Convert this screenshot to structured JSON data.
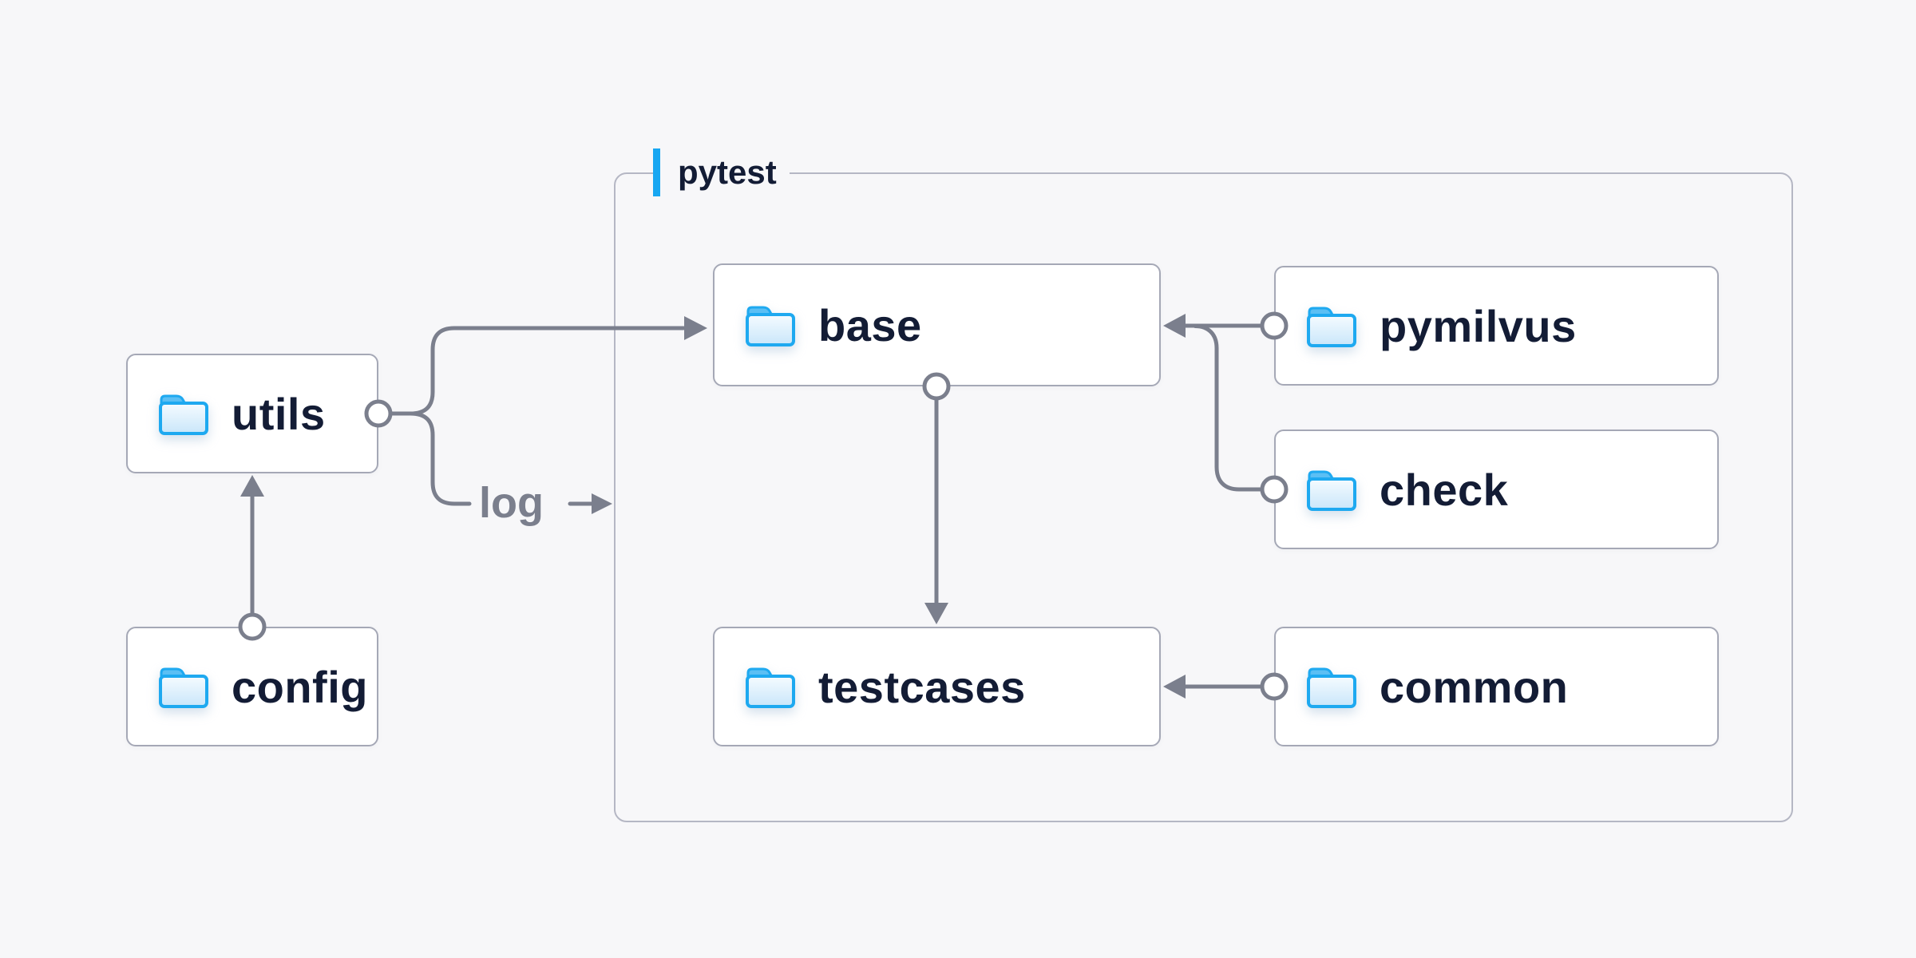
{
  "group": {
    "label": "pytest"
  },
  "nodes": {
    "utils": {
      "label": "utils"
    },
    "config": {
      "label": "config"
    },
    "base": {
      "label": "base"
    },
    "pymilvus": {
      "label": "pymilvus"
    },
    "check": {
      "label": "check"
    },
    "testcases": {
      "label": "testcases"
    },
    "common": {
      "label": "common"
    }
  },
  "edges": {
    "log_label": "log",
    "list": [
      {
        "from": "utils",
        "to": "base"
      },
      {
        "from": "utils",
        "to": "pytest-group",
        "label": "log"
      },
      {
        "from": "config",
        "to": "utils"
      },
      {
        "from": "base",
        "to": "testcases"
      },
      {
        "from": "pymilvus",
        "to": "base"
      },
      {
        "from": "check",
        "to": "base"
      },
      {
        "from": "common",
        "to": "testcases"
      }
    ]
  },
  "icons": {
    "folder": "folder-icon",
    "accent_bar": "accent-bar"
  },
  "colors": {
    "bg": "#f7f7f9",
    "box_bg": "#ffffff",
    "box_border": "#a5a8b6",
    "group_border": "#b5b7c4",
    "line": "#7b7f8d",
    "text": "#131c35",
    "muted": "#7b7f8d",
    "accent": "#17a7f2",
    "folder_stroke": "#1ea9f0",
    "folder_tab": "#5bbff4"
  }
}
